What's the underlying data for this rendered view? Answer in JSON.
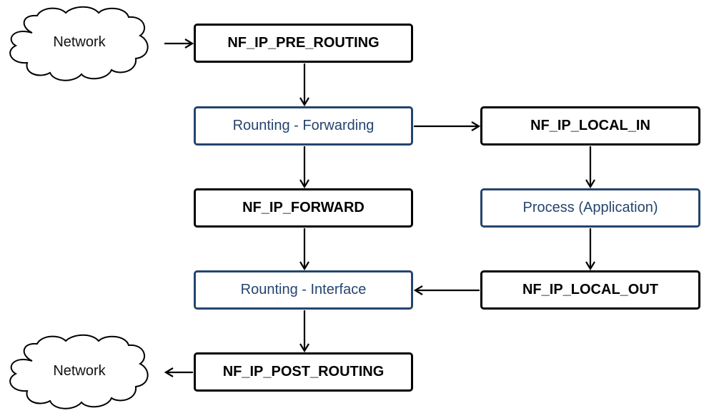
{
  "diagram": {
    "clouds": {
      "network_in": "Network",
      "network_out": "Network"
    },
    "nodes": {
      "pre_routing": "NF_IP_PRE_ROUTING",
      "routing_forwarding": "Rounting - Forwarding",
      "local_in": "NF_IP_LOCAL_IN",
      "forward": "NF_IP_FORWARD",
      "process": "Process (Application)",
      "routing_interface": "Rounting - Interface",
      "local_out": "NF_IP_LOCAL_OUT",
      "post_routing": "NF_IP_POST_ROUTING"
    },
    "colors": {
      "hook_border": "#000000",
      "stage_border": "#24456e",
      "stage_text": "#24456e",
      "arrow": "#000000"
    }
  }
}
